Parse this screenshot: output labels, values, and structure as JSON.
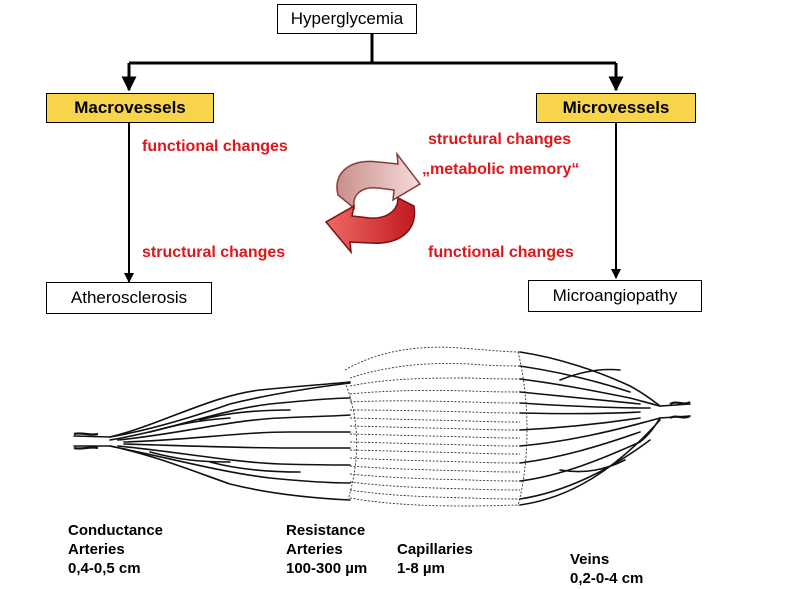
{
  "boxes": {
    "top": "Hyperglycemia",
    "left": "Macrovessels",
    "right": "Microvessels",
    "bottom_left": "Atherosclerosis",
    "bottom_right": "Microangiopathy"
  },
  "annotations": {
    "left_functional": "functional changes",
    "left_structural": "structural changes",
    "right_structural": "structural changes",
    "right_memory": "„metabolic memory“",
    "right_functional": "functional changes"
  },
  "vessel_labels": {
    "conductance": [
      "Conductance",
      "Arteries",
      "0,4-0,5 cm"
    ],
    "resistance": [
      "Resistance",
      "Arteries",
      "100-300 µm"
    ],
    "capillaries": [
      "Capillaries",
      "1-8 µm"
    ],
    "veins": [
      "Veins",
      "0,2-0-4 cm"
    ]
  },
  "colors": {
    "accent_red": "#e0161b",
    "box_yellow": "#f7d44c",
    "cycle_light": "#e9b9b5",
    "cycle_dark": "#d8262a"
  }
}
